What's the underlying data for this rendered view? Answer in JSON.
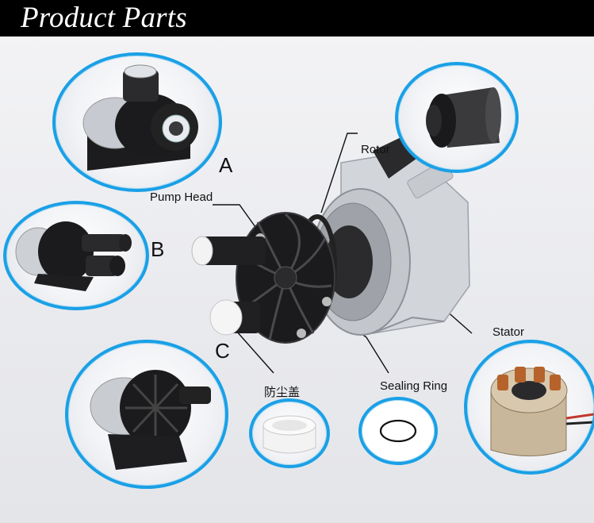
{
  "header": {
    "title": "Product Parts"
  },
  "variant_labels": {
    "a": "A",
    "b": "B",
    "c": "C"
  },
  "part_labels": {
    "rotor": "Rotor",
    "pump_head": "Pump Head",
    "stator": "Stator",
    "dust_cap": "防尘盖",
    "sealing_ring": "Sealing Ring"
  },
  "colors": {
    "header_bg": "#000000",
    "circle_border": "#1aa0e6",
    "pump_black": "#1b1b1d",
    "motor_silver": "#cfd2d6",
    "copper": "#b5632a"
  }
}
